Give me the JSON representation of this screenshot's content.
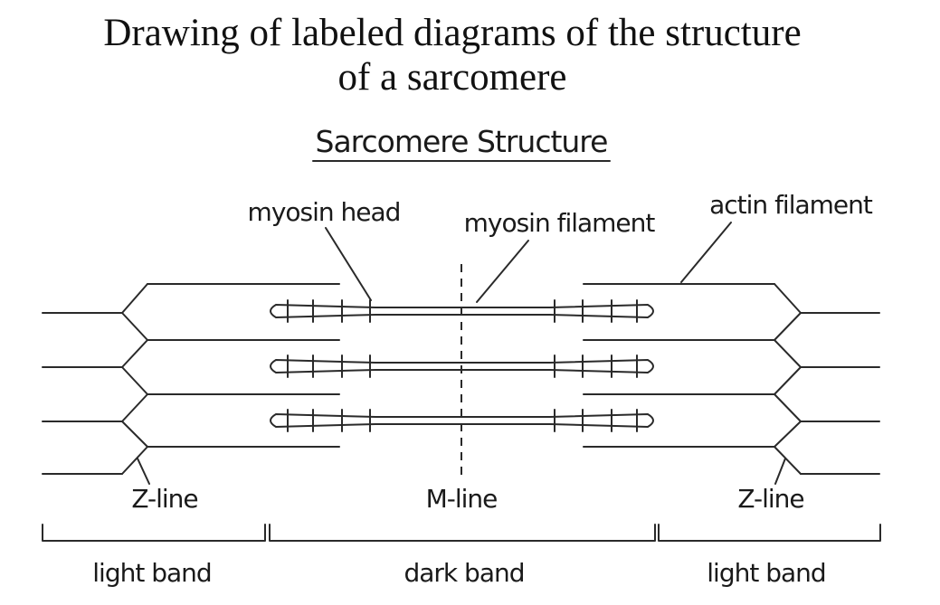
{
  "title": {
    "line1": "Drawing of labeled diagrams of the structure",
    "line2": "of a sarcomere"
  },
  "subtitle": "Sarcomere Structure",
  "labels": {
    "myosin_head": "myosin head",
    "myosin_filament": "myosin filament",
    "actin_filament": "actin filament",
    "z_line_left": "Z-line",
    "m_line": "M-line",
    "z_line_right": "Z-line",
    "light_band_left": "light band",
    "dark_band": "dark band",
    "light_band_right": "light band"
  }
}
